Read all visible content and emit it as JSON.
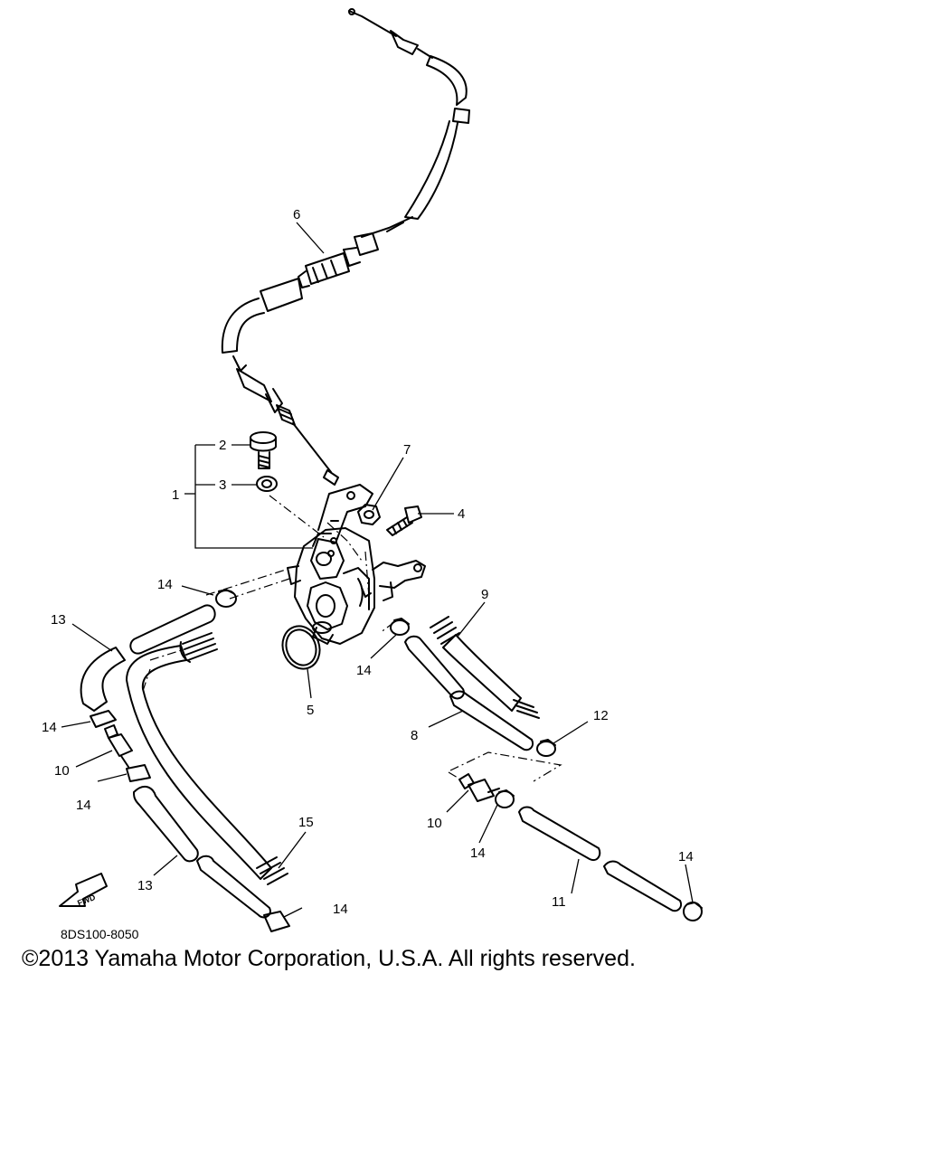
{
  "diagram": {
    "code": "8DS100-8050",
    "copyright": "©2013 Yamaha Motor Corporation, U.S.A. All rights reserved.",
    "fwd_label": "FWD"
  },
  "callouts": [
    {
      "id": "1",
      "text": "1"
    },
    {
      "id": "2",
      "text": "2"
    },
    {
      "id": "3",
      "text": "3"
    },
    {
      "id": "4",
      "text": "4"
    },
    {
      "id": "5",
      "text": "5"
    },
    {
      "id": "6",
      "text": "6"
    },
    {
      "id": "7",
      "text": "7"
    },
    {
      "id": "8",
      "text": "8"
    },
    {
      "id": "9",
      "text": "9"
    },
    {
      "id": "10a",
      "text": "10"
    },
    {
      "id": "10b",
      "text": "10"
    },
    {
      "id": "11",
      "text": "11"
    },
    {
      "id": "12",
      "text": "12"
    },
    {
      "id": "13a",
      "text": "13"
    },
    {
      "id": "13b",
      "text": "13"
    },
    {
      "id": "14a",
      "text": "14"
    },
    {
      "id": "14b",
      "text": "14"
    },
    {
      "id": "14c",
      "text": "14"
    },
    {
      "id": "14d",
      "text": "14"
    },
    {
      "id": "14e",
      "text": "14"
    },
    {
      "id": "14f",
      "text": "14"
    },
    {
      "id": "14g",
      "text": "14"
    },
    {
      "id": "15",
      "text": "15"
    }
  ]
}
